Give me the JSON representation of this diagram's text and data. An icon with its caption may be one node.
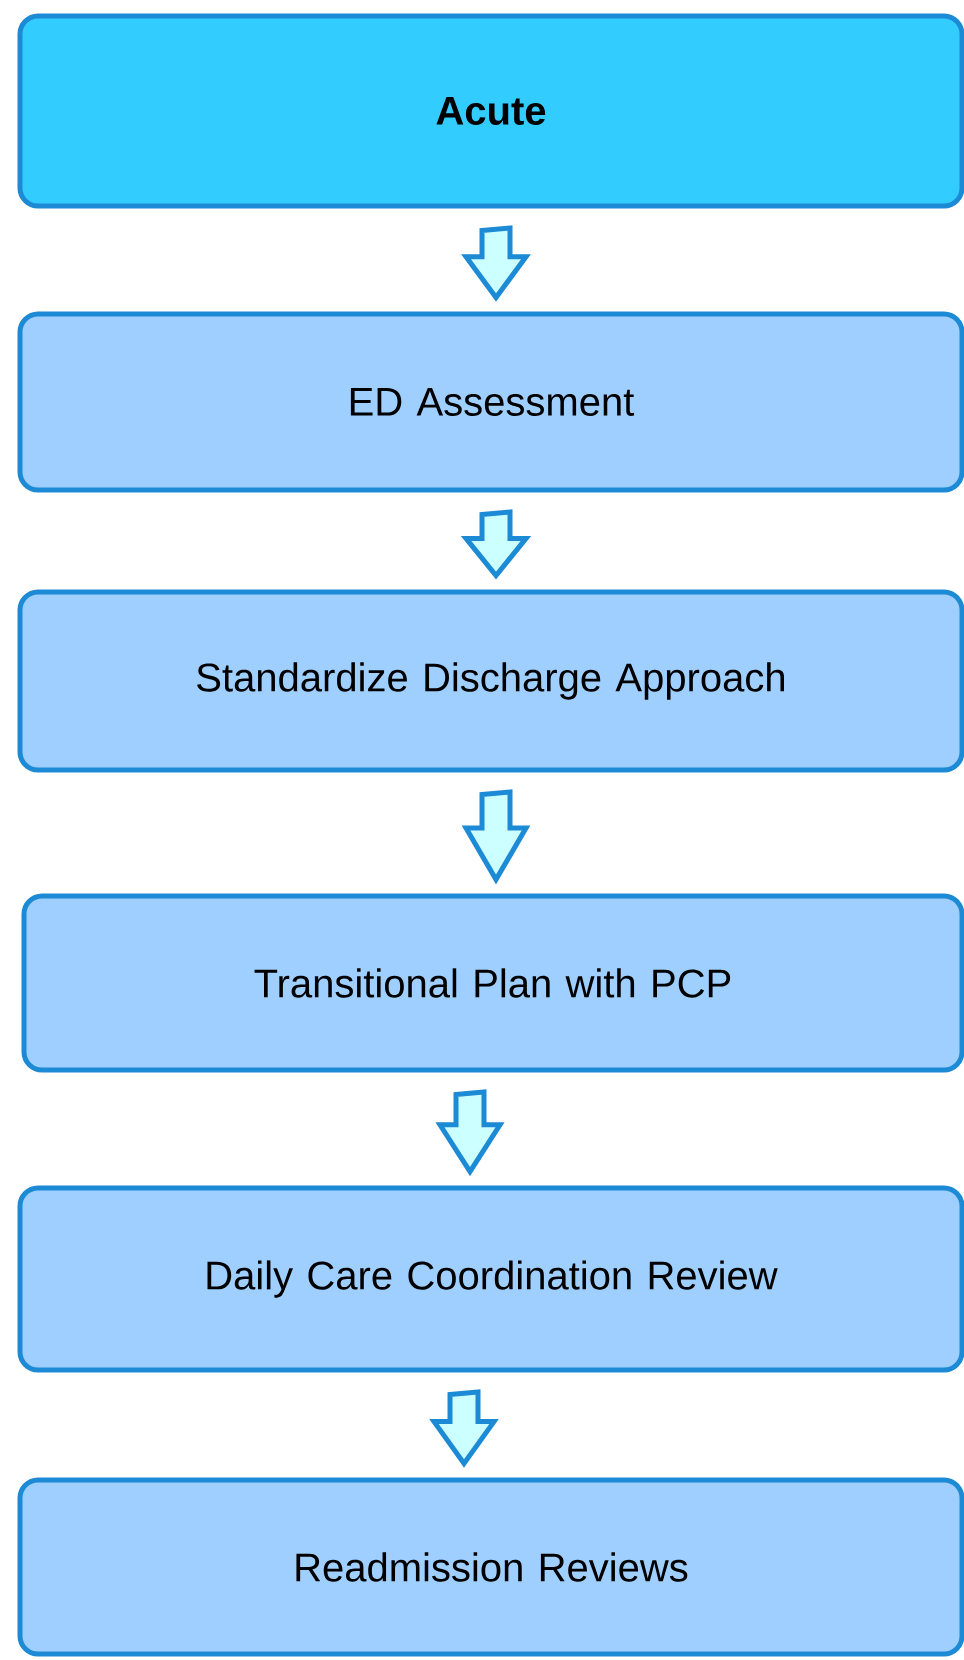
{
  "diagram": {
    "nodes": [
      {
        "text": [
          "Acute"
        ]
      },
      {
        "text": [
          "ED Assessment"
        ]
      },
      {
        "text": [
          "Standardize Discharge Approach"
        ]
      },
      {
        "text": [
          "Transitional Plan with PCP"
        ]
      },
      {
        "text": [
          "Daily Care Coordination Review"
        ]
      },
      {
        "text": [
          "Readmission Reviews"
        ]
      }
    ],
    "edges": [
      {
        "from": 0,
        "to": 1,
        "arrow": "to"
      },
      {
        "from": 1,
        "to": 2,
        "arrow": "to"
      },
      {
        "from": 2,
        "to": 3,
        "arrow": "to"
      },
      {
        "from": 3,
        "to": 4,
        "arrow": "to"
      },
      {
        "from": 4,
        "to": 5,
        "arrow": "to"
      }
    ]
  }
}
